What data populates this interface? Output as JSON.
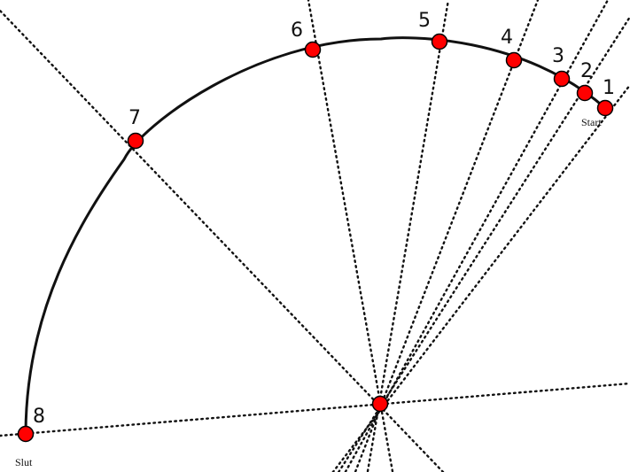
{
  "diagram": {
    "point_labels": [
      "1",
      "2",
      "3",
      "4",
      "5",
      "6",
      "7",
      "8"
    ],
    "start_label": "Start",
    "end_label": "Slut",
    "colors": {
      "point_fill": "#ff0000",
      "point_stroke": "#000000",
      "line": "#111111",
      "background": "#ffffff"
    }
  }
}
